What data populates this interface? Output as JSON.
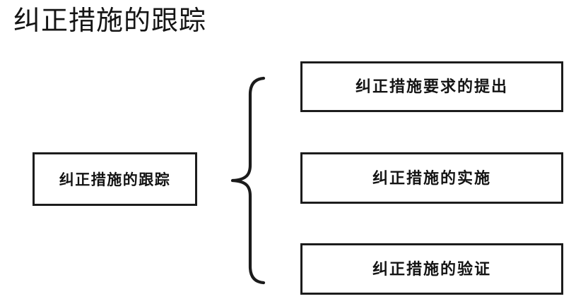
{
  "page": {
    "title": "纠正措施的跟踪",
    "background_color": "#ffffff",
    "ink_color": "#1b1b1b"
  },
  "diagram": {
    "type": "brace-grouping",
    "root": {
      "label": "纠正措施的跟踪",
      "shape": "rectangle",
      "border_color": "#1c1c1c",
      "fill_color": "#ffffff"
    },
    "connector": {
      "kind": "curly-brace",
      "orientation": "opens-right",
      "color": "#1b1b1b",
      "tip_side": "left"
    },
    "branches": [
      {
        "index": 1,
        "label": "纠正措施要求的提出",
        "shape": "rectangle",
        "border_color": "#1c1c1c",
        "fill_color": "#ffffff"
      },
      {
        "index": 2,
        "label": "纠正措施的实施",
        "shape": "rectangle",
        "border_color": "#1c1c1c",
        "fill_color": "#ffffff"
      },
      {
        "index": 3,
        "label": "纠正措施的验证",
        "shape": "rectangle",
        "border_color": "#1c1c1c",
        "fill_color": "#ffffff"
      }
    ]
  }
}
